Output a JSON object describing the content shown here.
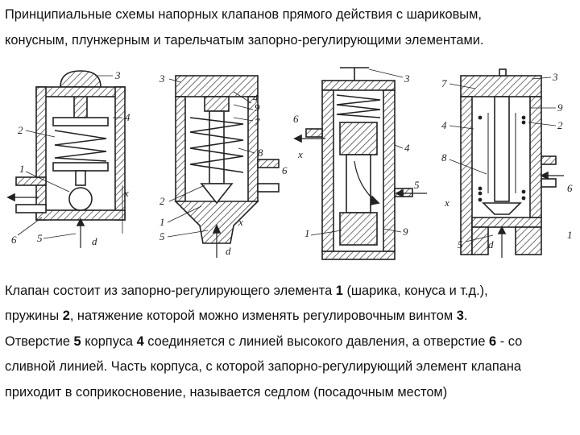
{
  "title": {
    "line1": "Принципиальные схемы напорных клапанов прямого действия с шариковым,",
    "line2": "конусным, плунжерным и тарельчатым запорно-регулирующими элементами."
  },
  "diagram": {
    "valves": [
      {
        "name": "шариковый",
        "labels": [
          "3",
          "4",
          "2",
          "1",
          "6",
          "5",
          "x",
          "d"
        ]
      },
      {
        "name": "конусный",
        "labels": [
          "3",
          "4",
          "9",
          "7",
          "8",
          "6",
          "2",
          "1",
          "5",
          "x",
          "d"
        ]
      },
      {
        "name": "плунжерный",
        "labels": [
          "3",
          "6",
          "4",
          "5",
          "1",
          "9",
          "x"
        ]
      },
      {
        "name": "тарельчатый",
        "labels": [
          "7",
          "3",
          "9",
          "4",
          "2",
          "8",
          "6",
          "1",
          "5",
          "x",
          "d"
        ]
      }
    ]
  },
  "body": {
    "l1a": "Клапан состоит из запорно-регулирующего элемента ",
    "l1b": "1",
    "l1c": " (шарика, конуса и т.д.),",
    "l2a": "пружины ",
    "l2b": "2",
    "l2c": ", натяжение которой можно изменять регулировочным винтом ",
    "l2d": "3",
    "l2e": ".",
    "l3a": "Отверстие ",
    "l3b": "5",
    "l3c": " корпуса ",
    "l3d": "4",
    "l3e": " соединяется с линией высокого давления, а отверстие ",
    "l3f": "6",
    "l3g": " - со",
    "l4": "сливной линией. Часть корпуса, с которой запорно-регулирующий элемент клапана",
    "l5": "приходит в соприкосновение, называется седлом (посадочным местом)"
  }
}
